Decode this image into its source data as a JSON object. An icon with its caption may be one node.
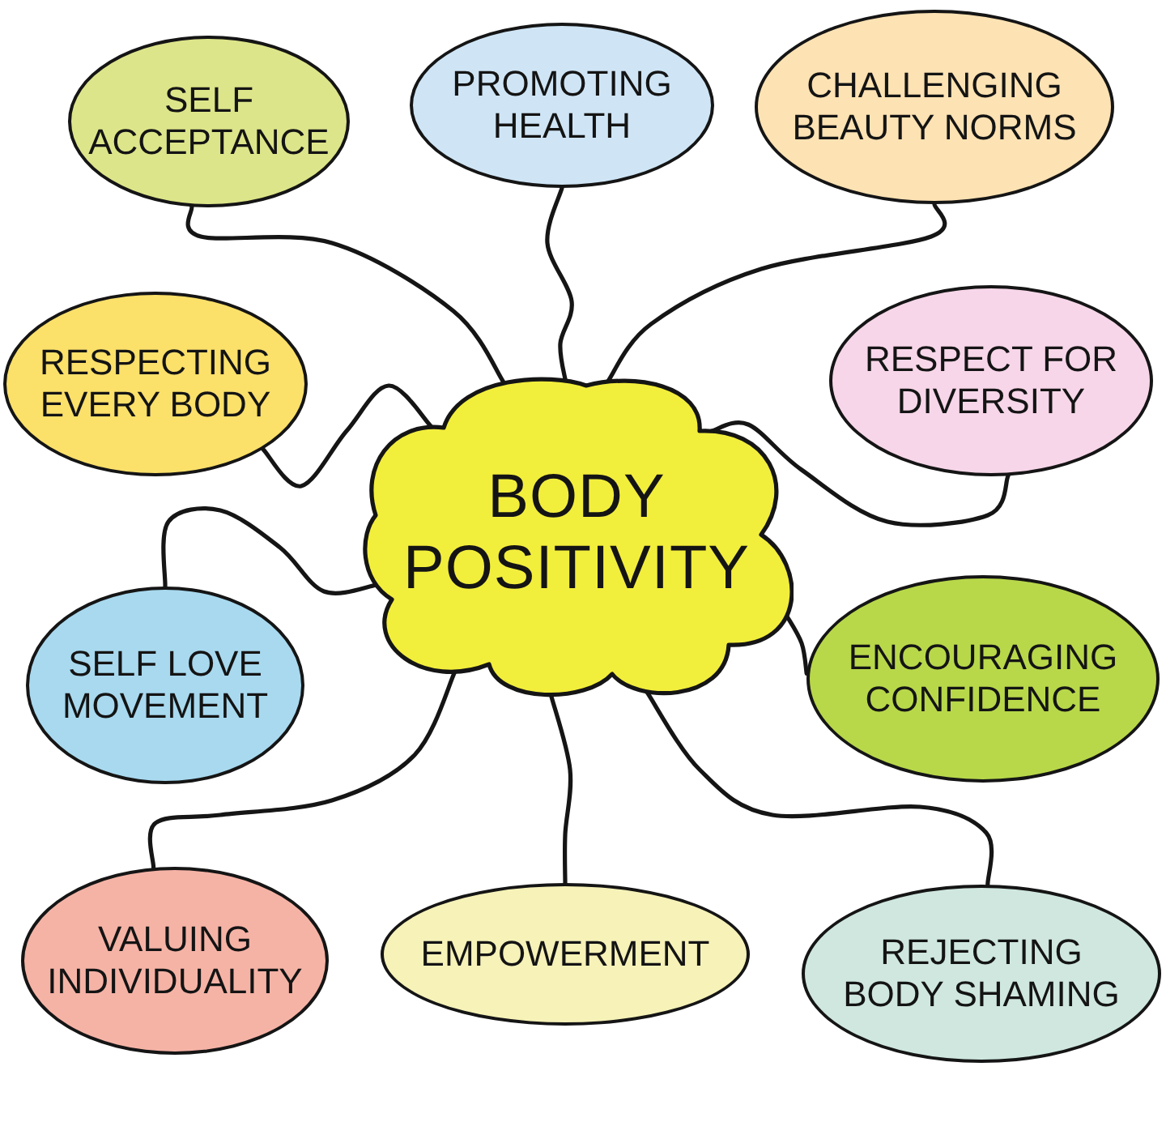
{
  "diagram": {
    "nodes": [
      {
        "text": [
          "BODY POSITIVITY"
        ]
      },
      {
        "text": [
          "SELF ACCEPTANCE"
        ]
      },
      {
        "text": [
          "PROMOTING HEALTH"
        ]
      },
      {
        "text": [
          "CHALLENGING BEAUTY NORMS"
        ]
      },
      {
        "text": [
          "RESPECTING EVERY BODY"
        ]
      },
      {
        "text": [
          "RESPECT FOR DIVERSITY"
        ]
      },
      {
        "text": [
          "SELF LOVE MOVEMENT"
        ]
      },
      {
        "text": [
          "ENCOURAGING CONFIDENCE"
        ]
      },
      {
        "text": [
          "VALUING INDIVIDUALITY"
        ]
      },
      {
        "text": [
          "EMPOWERMENT"
        ]
      },
      {
        "text": [
          "REJECTING BODY SHAMING"
        ]
      }
    ],
    "edges": [
      {
        "from": 0,
        "to": 1,
        "arrow": "none"
      },
      {
        "from": 0,
        "to": 2,
        "arrow": "none"
      },
      {
        "from": 0,
        "to": 3,
        "arrow": "none"
      },
      {
        "from": 0,
        "to": 4,
        "arrow": "none"
      },
      {
        "from": 0,
        "to": 5,
        "arrow": "none"
      },
      {
        "from": 0,
        "to": 6,
        "arrow": "none"
      },
      {
        "from": 0,
        "to": 7,
        "arrow": "none"
      },
      {
        "from": 0,
        "to": 8,
        "arrow": "none"
      },
      {
        "from": 0,
        "to": 9,
        "arrow": "none"
      },
      {
        "from": 0,
        "to": 10,
        "arrow": "none"
      }
    ]
  }
}
